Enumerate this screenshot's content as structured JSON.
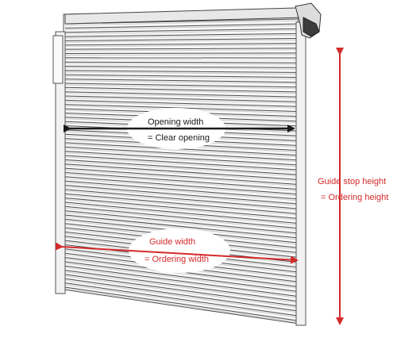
{
  "labels": {
    "opening_width": "Opening width",
    "clear_opening": "= Clear opening",
    "guide_width": "Guide width",
    "ordering_width": "= Ordering width",
    "guide_stop_height": "Guide stop height",
    "ordering_height": "= Ordering height"
  },
  "colors": {
    "dimension_black": "#1a1a1a",
    "dimension_red": "#d42a2a",
    "door_fill": "#f7f7f7",
    "slat_line": "#4a4a4a"
  },
  "icons": {
    "opening_arrow": "double-headed-horizontal-arrow",
    "guide_arrow": "double-headed-horizontal-arrow",
    "height_arrow": "double-headed-vertical-arrow"
  }
}
